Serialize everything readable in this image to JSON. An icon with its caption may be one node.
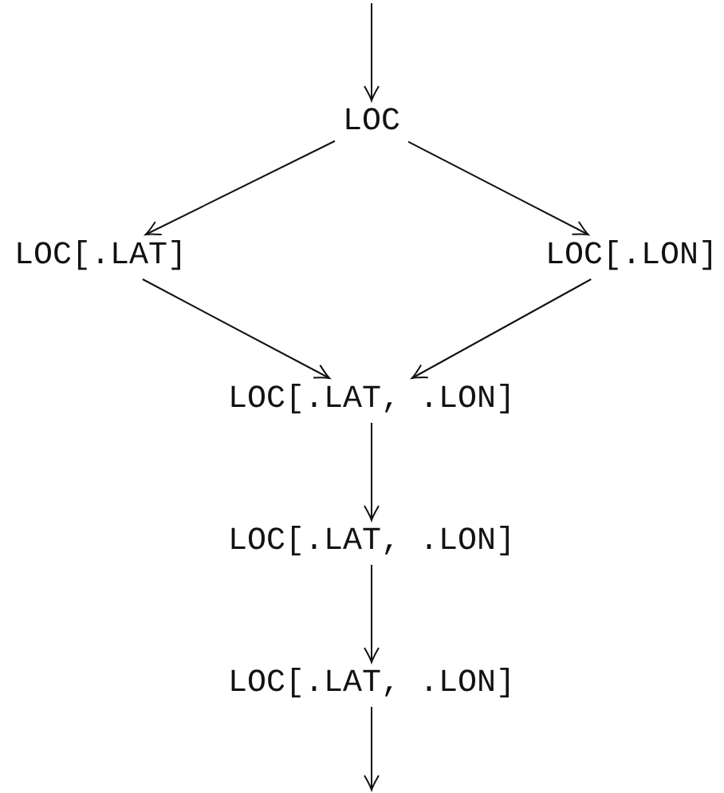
{
  "diagram": {
    "nodes": [
      {
        "text": [
          "LOC"
        ]
      },
      {
        "text": [
          "LOC[.LAT]"
        ]
      },
      {
        "text": [
          "LOC[.LON]"
        ]
      },
      {
        "text": [
          "LOC[.LAT, .LON]"
        ]
      },
      {
        "text": [
          "LOC[.LAT, .LON]"
        ]
      },
      {
        "text": [
          "LOC[.LAT, .LON]"
        ]
      }
    ],
    "edges": [
      {
        "from": null,
        "to": 0,
        "arrow": "to"
      },
      {
        "from": 0,
        "to": 1,
        "arrow": "to"
      },
      {
        "from": 0,
        "to": 2,
        "arrow": "to"
      },
      {
        "from": 1,
        "to": 3,
        "arrow": "to"
      },
      {
        "from": 2,
        "to": 3,
        "arrow": "to"
      },
      {
        "from": 3,
        "to": 4,
        "arrow": "to"
      },
      {
        "from": 4,
        "to": 5,
        "arrow": "to"
      },
      {
        "from": 5,
        "to": null,
        "arrow": "to"
      }
    ]
  }
}
